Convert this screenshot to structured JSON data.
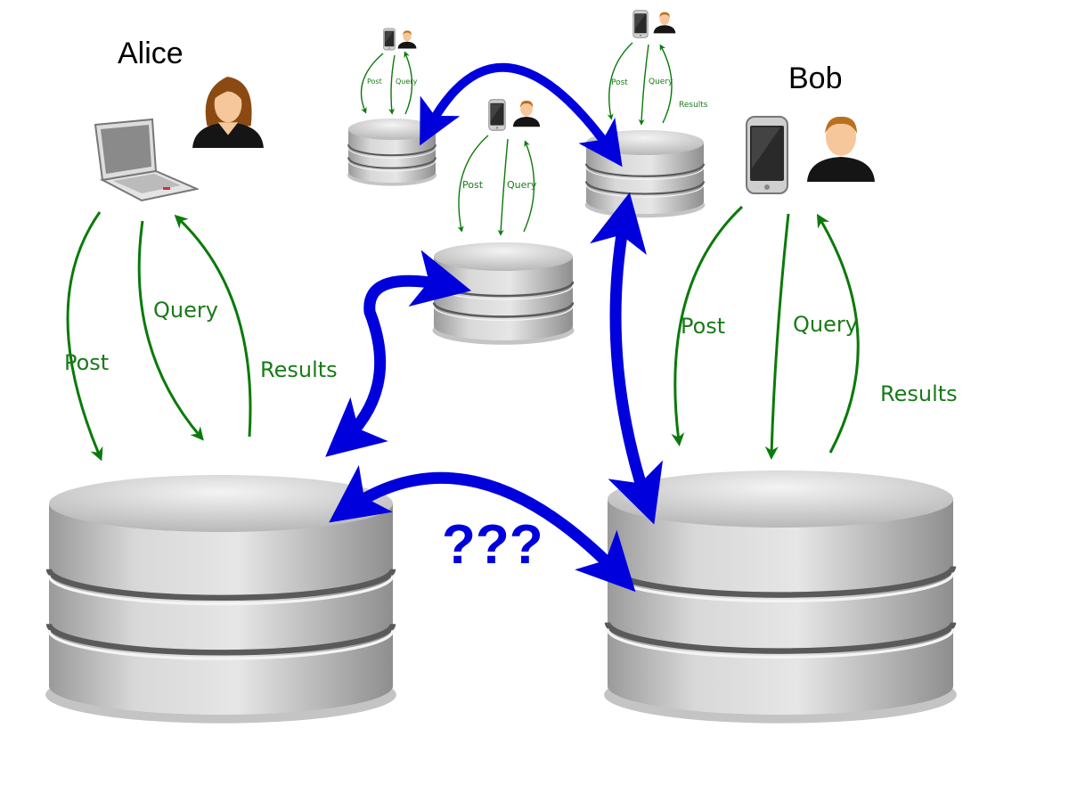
{
  "diagram": {
    "users": {
      "alice": {
        "name": "Alice",
        "device": "laptop-icon",
        "avatar": "woman-avatar-icon"
      },
      "bob": {
        "name": "Bob",
        "device": "smartphone-icon",
        "avatar": "man-avatar-icon"
      }
    },
    "flow_labels": {
      "post": "Post",
      "query": "Query",
      "results": "Results"
    },
    "unknown_sync": "???",
    "colors": {
      "flow": "#0a7a0a",
      "sync": "#0000dd",
      "database": "#c8c8c8"
    }
  }
}
